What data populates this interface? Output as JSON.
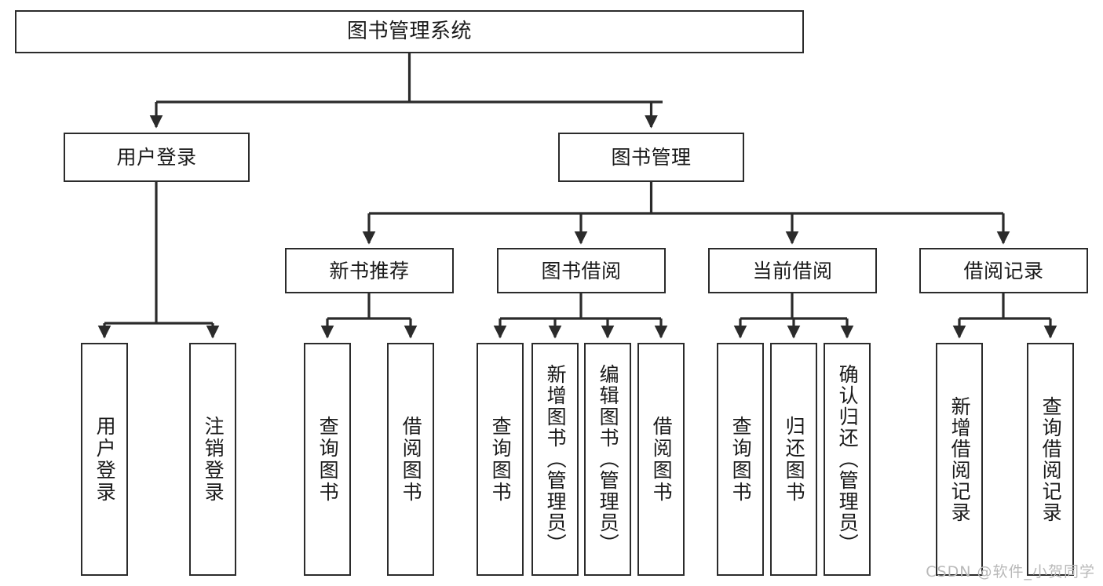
{
  "diagram": {
    "type": "tree-hierarchy-diagram",
    "title": "图书管理系统",
    "line_color": "#2b2b2b",
    "box_fill": "#ffffff",
    "text_color": "#1a1a1a",
    "root": {
      "id": "root",
      "label": "图书管理系统"
    },
    "level2": [
      {
        "id": "user-login",
        "label": "用户登录"
      },
      {
        "id": "book-management",
        "label": "图书管理"
      }
    ],
    "level3": [
      {
        "id": "new-book-recommend",
        "label": "新书推荐",
        "parent": "book-management"
      },
      {
        "id": "book-borrow",
        "label": "图书借阅",
        "parent": "book-management"
      },
      {
        "id": "current-borrow",
        "label": "当前借阅",
        "parent": "book-management"
      },
      {
        "id": "borrow-record",
        "label": "借阅记录",
        "parent": "book-management"
      }
    ],
    "leaves": [
      {
        "id": "leaf-user-login",
        "label": "用户登录",
        "parent": "user-login"
      },
      {
        "id": "leaf-logout-login",
        "label": "注销登录",
        "parent": "user-login"
      },
      {
        "id": "leaf-query-book-1",
        "label": "查询图书",
        "parent": "new-book-recommend"
      },
      {
        "id": "leaf-borrow-book-1",
        "label": "借阅图书",
        "parent": "new-book-recommend"
      },
      {
        "id": "leaf-query-book-2",
        "label": "查询图书",
        "parent": "book-borrow"
      },
      {
        "id": "leaf-add-book",
        "label": "新增图书（管理员）",
        "parent": "book-borrow"
      },
      {
        "id": "leaf-edit-book",
        "label": "编辑图书（管理员）",
        "parent": "book-borrow"
      },
      {
        "id": "leaf-borrow-book-2",
        "label": "借阅图书",
        "parent": "book-borrow"
      },
      {
        "id": "leaf-query-book-3",
        "label": "查询图书",
        "parent": "current-borrow"
      },
      {
        "id": "leaf-return-book",
        "label": "归还图书",
        "parent": "current-borrow"
      },
      {
        "id": "leaf-confirm-return",
        "label": "确认归还（管理员）",
        "parent": "current-borrow"
      },
      {
        "id": "leaf-add-record",
        "label": "新增借阅记录",
        "parent": "borrow-record"
      },
      {
        "id": "leaf-query-record",
        "label": "查询借阅记录",
        "parent": "borrow-record"
      }
    ]
  },
  "watermark": {
    "text": "CSDN @软件_小贺同学"
  }
}
